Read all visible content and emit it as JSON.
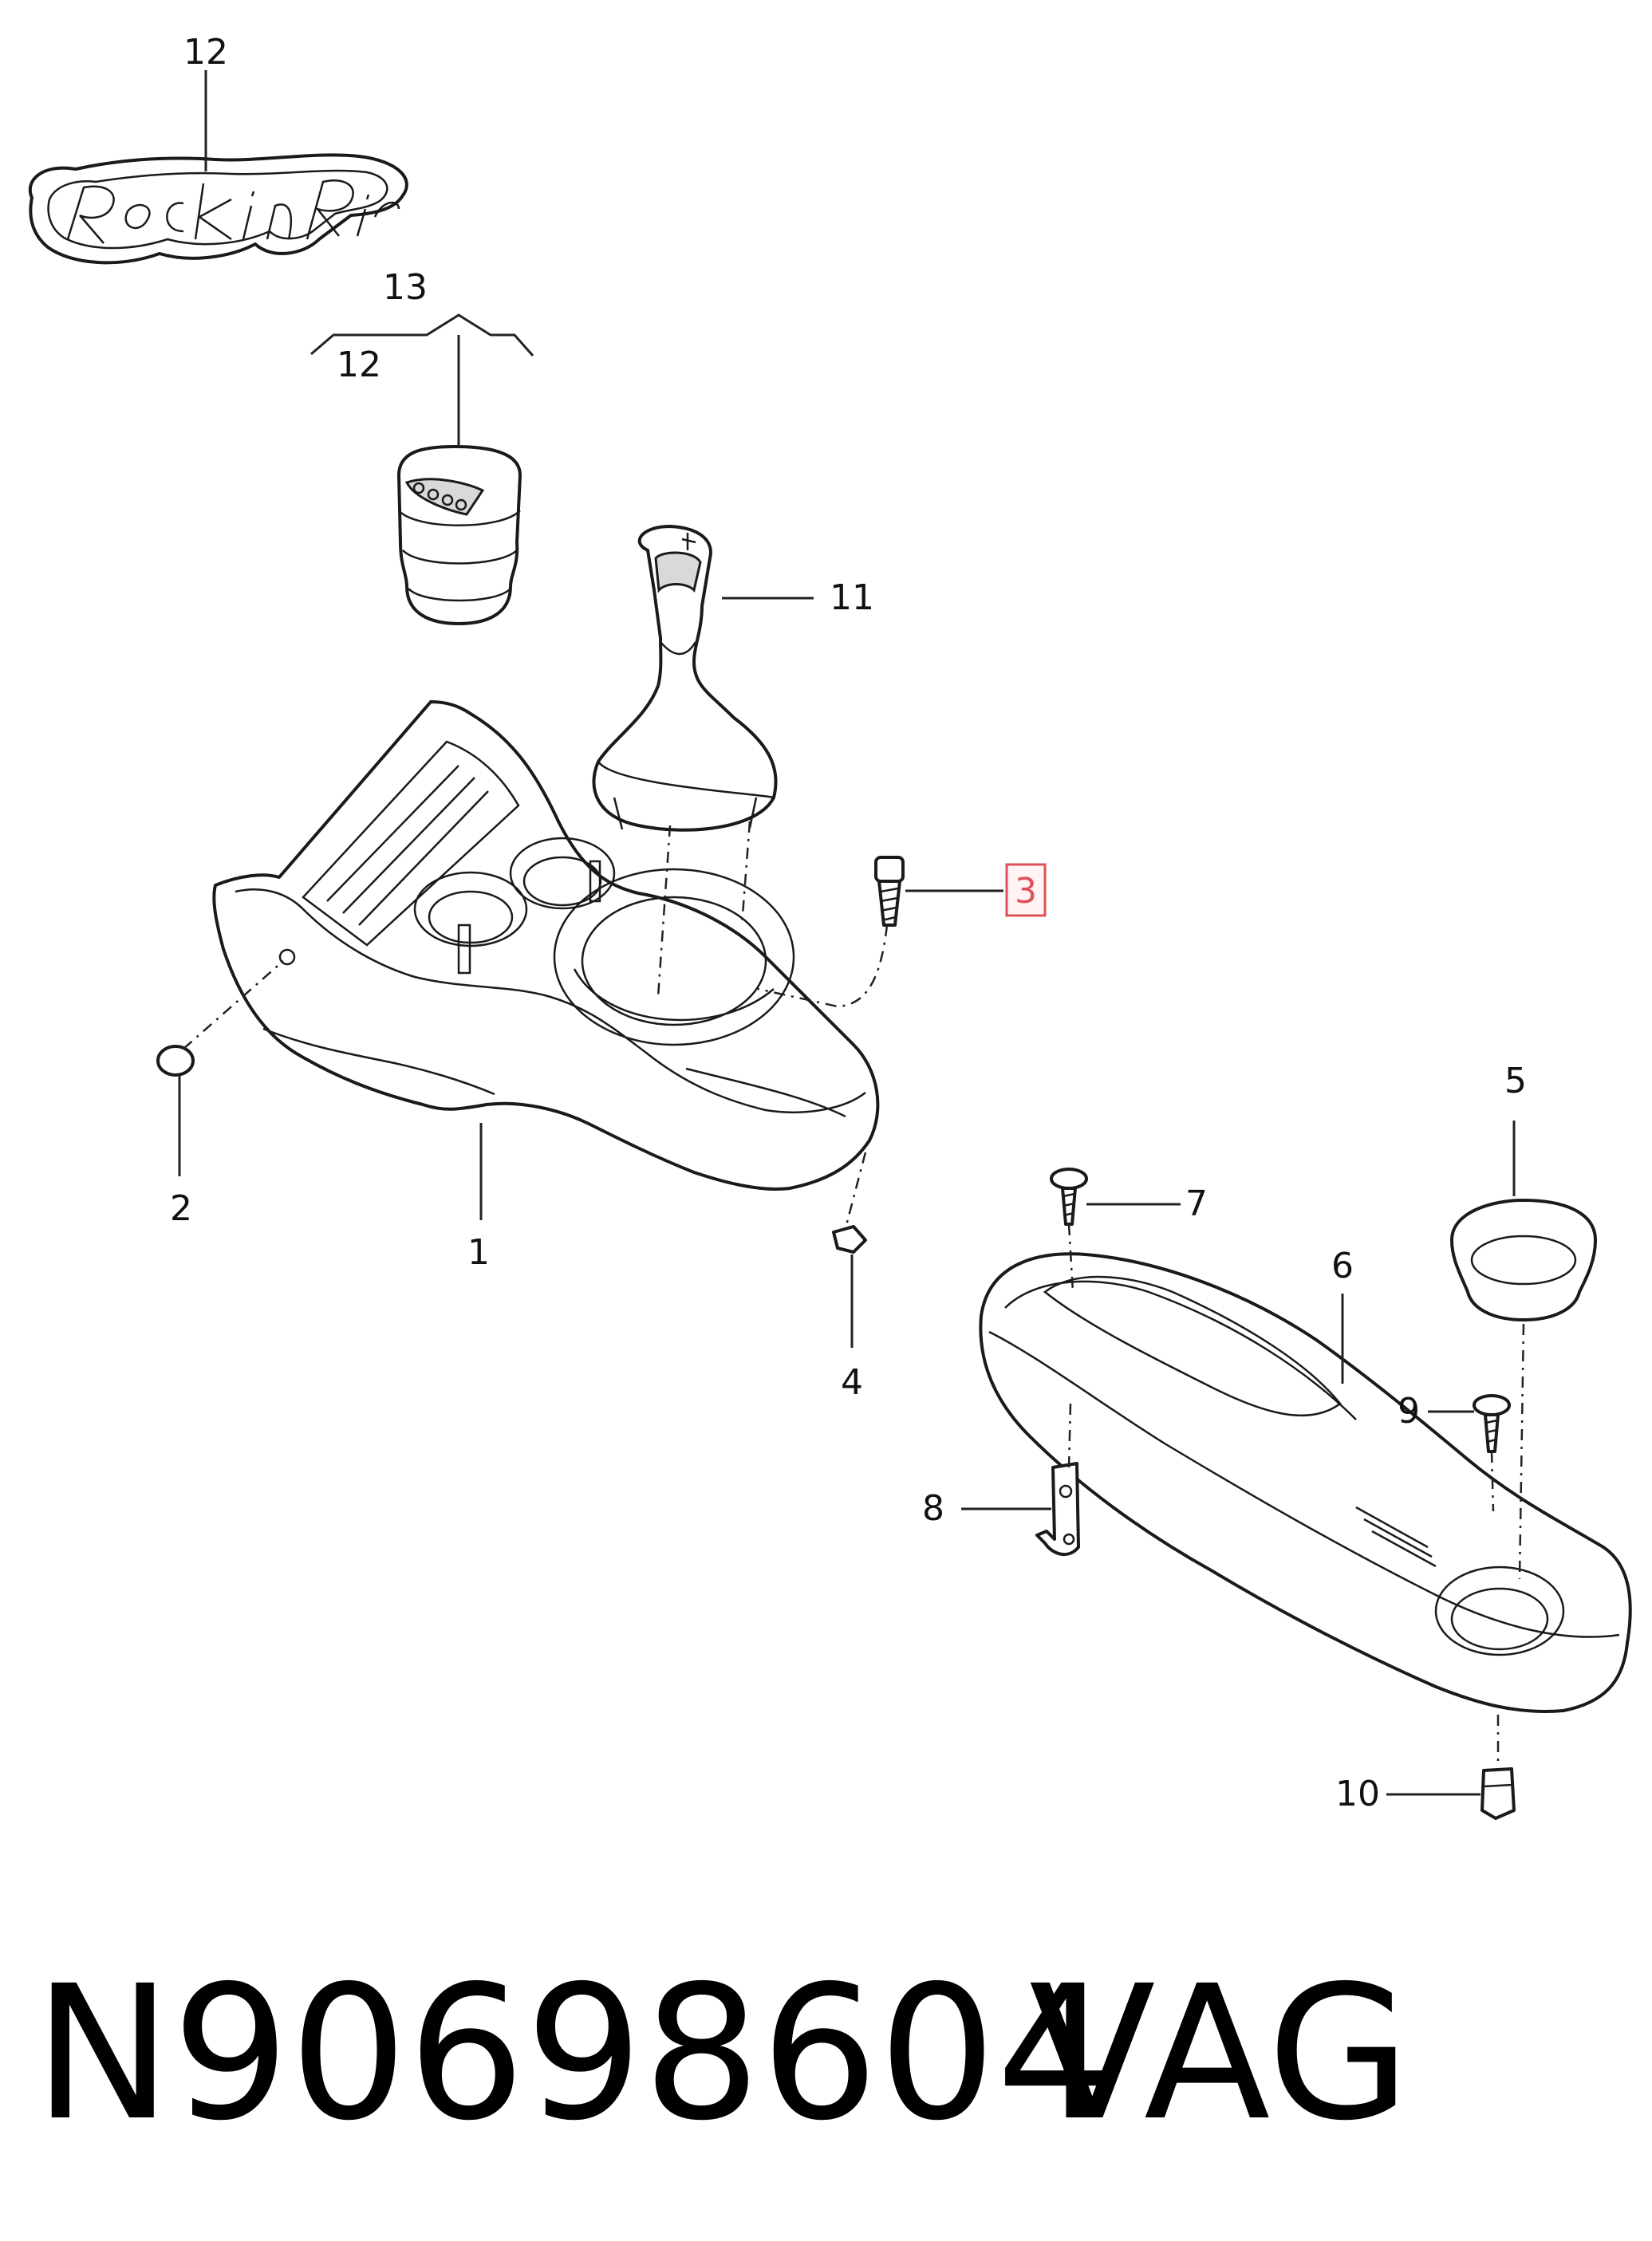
{
  "logo_text": "Rock in Rio",
  "callouts": [
    {
      "id": "c12a",
      "text": "12"
    },
    {
      "id": "c13",
      "text": "13"
    },
    {
      "id": "c12b",
      "text": "12"
    },
    {
      "id": "c11",
      "text": "11"
    },
    {
      "id": "c3",
      "text": "3",
      "highlighted": true
    },
    {
      "id": "c2",
      "text": "2"
    },
    {
      "id": "c1",
      "text": "1"
    },
    {
      "id": "c4",
      "text": "4"
    },
    {
      "id": "c5",
      "text": "5"
    },
    {
      "id": "c7",
      "text": "7"
    },
    {
      "id": "c6",
      "text": "6"
    },
    {
      "id": "c9",
      "text": "9"
    },
    {
      "id": "c8",
      "text": "8"
    },
    {
      "id": "c10",
      "text": "10"
    }
  ],
  "caption": {
    "part_number": "N90698604",
    "brand": "VAG"
  },
  "colors": {
    "highlight": "#e0505a",
    "line": "#1a1a1a"
  }
}
